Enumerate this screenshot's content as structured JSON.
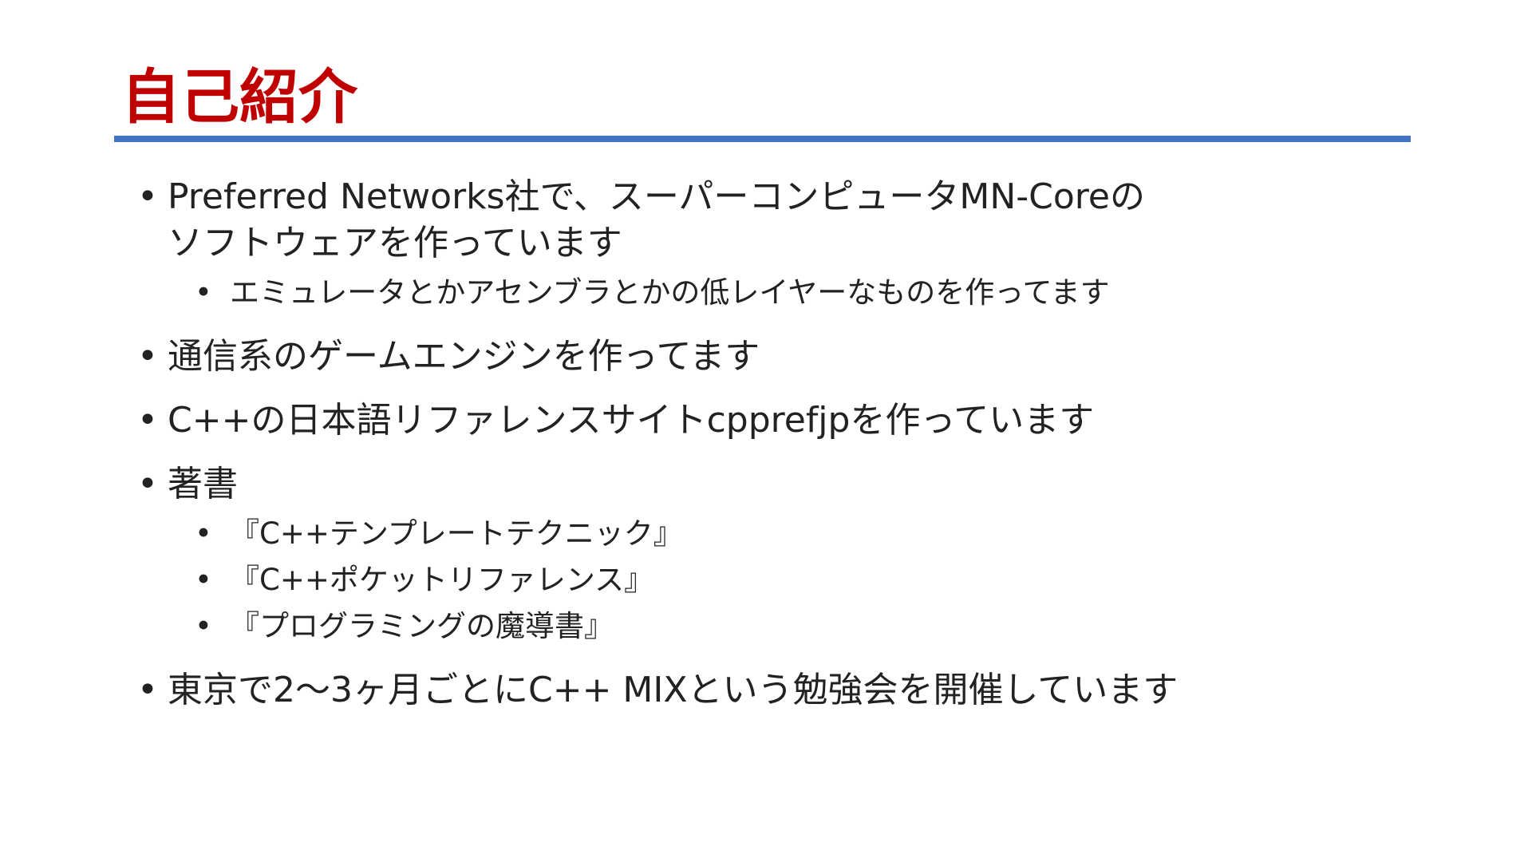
{
  "slide": {
    "title": "自己紹介",
    "bullets": [
      {
        "lines": [
          "Preferred Networks社で、スーパーコンピュータMN-Coreの",
          "ソフトウェアを作っています"
        ],
        "sub": [
          "エミュレータとかアセンブラとかの低レイヤーなものを作ってます"
        ]
      },
      {
        "lines": [
          "通信系のゲームエンジンを作ってます"
        ],
        "sub": []
      },
      {
        "lines": [
          "C++の日本語リファレンスサイトcpprefjpを作っています"
        ],
        "sub": []
      },
      {
        "lines": [
          "著書"
        ],
        "sub": [
          "『C++テンプレートテクニック』",
          "『C++ポケットリファレンス』",
          "『プログラミングの魔導書』"
        ]
      },
      {
        "lines": [
          "東京で2〜3ヶ月ごとにC++ MIXという勉強会を開催しています"
        ],
        "sub": []
      }
    ]
  },
  "colors": {
    "title": "#c00000",
    "rule": "#4472c4",
    "text": "#222222"
  }
}
